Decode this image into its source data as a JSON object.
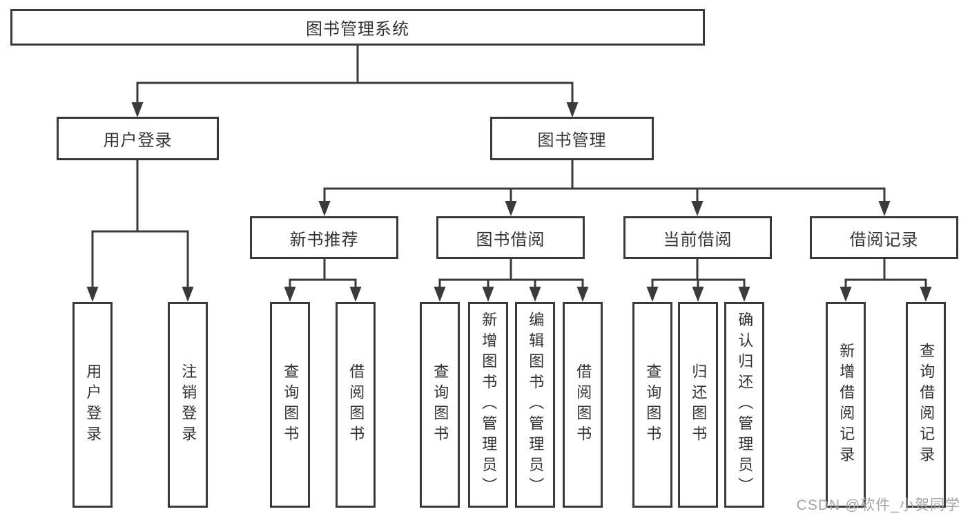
{
  "diagram": {
    "root": {
      "label": "图书管理系统"
    },
    "level2": [
      {
        "label": "用户登录"
      },
      {
        "label": "图书管理"
      }
    ],
    "level3": [
      {
        "label": "新书推荐"
      },
      {
        "label": "图书借阅"
      },
      {
        "label": "当前借阅"
      },
      {
        "label": "借阅记录"
      }
    ],
    "leaves": {
      "user_login": [
        "用户登录",
        "注销登录"
      ],
      "new_book_recommend": [
        "查询图书",
        "借阅图书"
      ],
      "book_borrowing": [
        "查询图书",
        "新增图书（管理员）",
        "编辑图书（管理员）",
        "借阅图书"
      ],
      "current_borrowing": [
        "查询图书",
        "归还图书",
        "确认归还（管理员）"
      ],
      "borrowing_records": [
        "新增借阅记录",
        "查询借阅记录"
      ]
    },
    "colors": {
      "line": "#3a3a3a",
      "text": "#333333",
      "background": "#ffffff",
      "watermark": "#a5a5a5"
    }
  },
  "watermark": {
    "text": "CSDN @软件_小贺同学"
  }
}
